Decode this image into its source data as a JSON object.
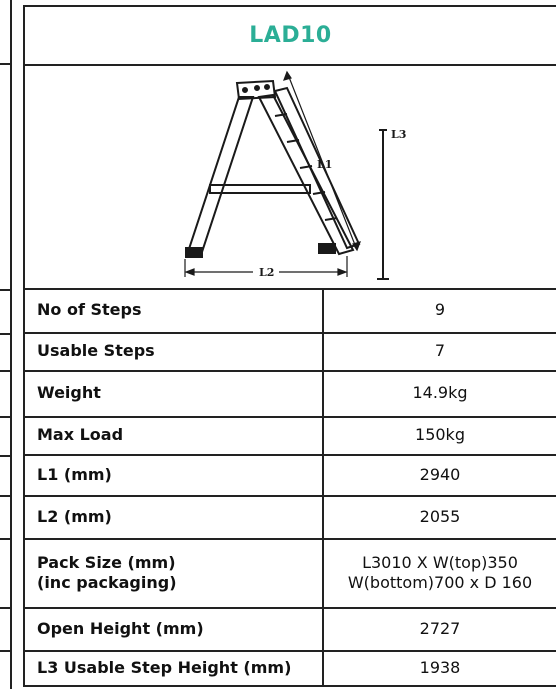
{
  "title": "LAD10",
  "colors": {
    "accent": "#2bae96",
    "border": "#222222"
  },
  "diagram": {
    "label_l1": "L1",
    "label_l2": "L2",
    "label_l3": "L3"
  },
  "rows": [
    {
      "label": "No of Steps",
      "value": "9"
    },
    {
      "label": "Usable Steps",
      "value": "7"
    },
    {
      "label": "Weight",
      "value": "14.9kg"
    },
    {
      "label": "Max Load",
      "value": "150kg"
    },
    {
      "label": "L1 (mm)",
      "value": "2940"
    },
    {
      "label": "L2 (mm)",
      "value": "2055"
    },
    {
      "label_lines": [
        "Pack Size (mm)",
        "(inc packaging)"
      ],
      "value_lines": [
        "L3010 X W(top)350",
        "W(bottom)700 x D 160"
      ]
    },
    {
      "label": "Open Height (mm)",
      "value": "2727"
    },
    {
      "label": "L3 Usable Step Height (mm)",
      "value": "1938"
    }
  ]
}
